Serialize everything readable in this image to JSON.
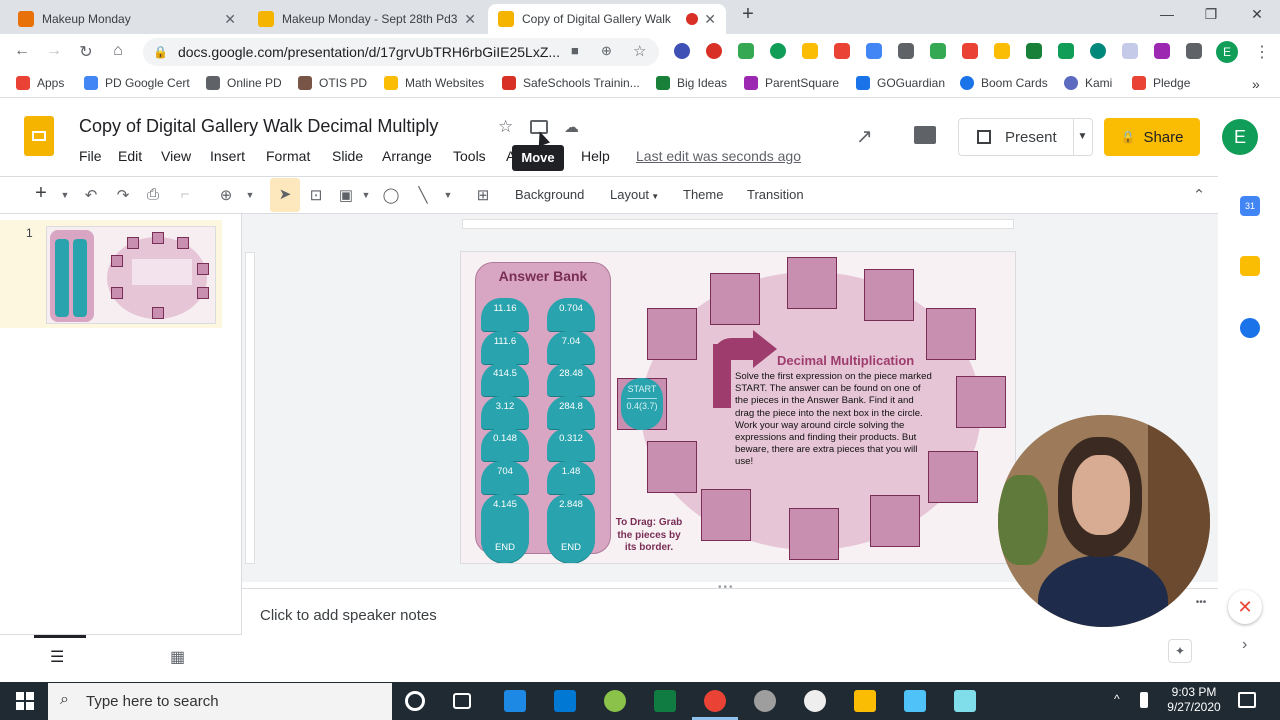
{
  "browser": {
    "tabs": [
      {
        "title": "Makeup Monday",
        "favicon_color": "#e8710a"
      },
      {
        "title": "Makeup Monday - Sept 28th Pd3",
        "favicon_color": "#f4b400"
      },
      {
        "title": "Copy of Digital Gallery Walk",
        "favicon_color": "#f4b400"
      }
    ],
    "new_tab": "+",
    "url": "docs.google.com/presentation/d/17grvUbTRH6rbGiIE25LxZ...",
    "window": {
      "minimize": "—",
      "restore": "❐",
      "close": "✕"
    }
  },
  "bookmarks": [
    {
      "label": "Apps",
      "color": "#ea4335"
    },
    {
      "label": "PD Google Cert",
      "color": "#4285f4"
    },
    {
      "label": "Online PD",
      "color": "#5f6368"
    },
    {
      "label": "OTIS PD",
      "color": "#795548"
    },
    {
      "label": "Math Websites",
      "color": "#fbbc04"
    },
    {
      "label": "SafeSchools Trainin...",
      "color": "#d93025"
    },
    {
      "label": "Big Ideas",
      "color": "#188038"
    },
    {
      "label": "ParentSquare",
      "color": "#9c27b0"
    },
    {
      "label": "GOGuardian",
      "color": "#1a73e8"
    },
    {
      "label": "Boom Cards",
      "color": "#1a73e8"
    },
    {
      "label": "Kami",
      "color": "#5c6bc0"
    },
    {
      "label": "Pledge",
      "color": "#ea4335"
    }
  ],
  "app": {
    "doc_title": "Copy of Digital Gallery Walk Decimal Multiply",
    "menus": [
      "File",
      "Edit",
      "View",
      "Insert",
      "Format",
      "Slide",
      "Arrange",
      "Tools",
      "A",
      "Help"
    ],
    "last_edit": "Last edit was seconds ago",
    "tooltip": "Move",
    "present_label": "Present",
    "share_label": "Share",
    "avatar_letter": "E",
    "brand_color": "#fbbc04"
  },
  "toolbar": {
    "background": "Background",
    "layout": "Layout",
    "theme": "Theme",
    "transition": "Transition"
  },
  "filmstrip": {
    "slide_number": "1"
  },
  "slide": {
    "answer_bank_title": "Answer Bank",
    "left_column": [
      "11.16",
      "111.6",
      "414.5",
      "3.12",
      "0.148",
      "704",
      "4.145",
      "END"
    ],
    "right_column": [
      "0.704",
      "7.04",
      "28.48",
      "284.8",
      "0.312",
      "1.48",
      "2.848",
      "END"
    ],
    "start_label": "START",
    "start_expr": "0.4(3.7)",
    "title": "Decimal Multiplication",
    "instructions": "Solve the first expression on the piece marked START.  The answer can be found on one of the pieces in the Answer Bank. Find it and drag the piece into the next box in the circle. Work your way around circle solving the expressions and finding their products.  But beware, there are extra pieces that you will use!",
    "drag_note": "To Drag: Grab the pieces by its border.",
    "piece_color": "#29a3ad",
    "box_color": "#c98fb1"
  },
  "notes": {
    "placeholder": "Click to add speaker notes"
  },
  "taskbar": {
    "search_placeholder": "Type here to search",
    "time": "9:03 PM",
    "date": "9/27/2020"
  }
}
